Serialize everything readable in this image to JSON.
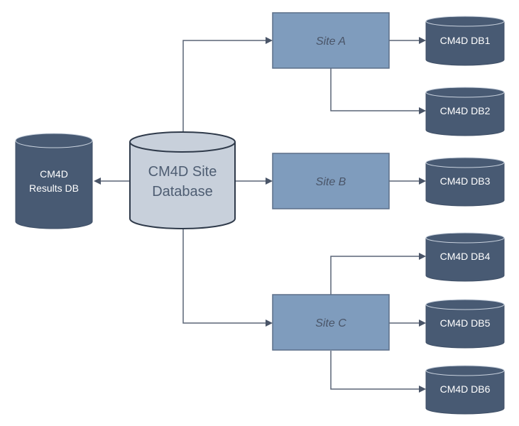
{
  "diagram": {
    "center": {
      "line1": "CM4D Site",
      "line2": "Database"
    },
    "results": {
      "line1": "CM4D",
      "line2": "Results DB"
    },
    "sites": [
      {
        "label": "Site A"
      },
      {
        "label": "Site B"
      },
      {
        "label": "Site C"
      }
    ],
    "dbs": [
      {
        "label": "CM4D DB1"
      },
      {
        "label": "CM4D DB2"
      },
      {
        "label": "CM4D DB3"
      },
      {
        "label": "CM4D DB4"
      },
      {
        "label": "CM4D DB5"
      },
      {
        "label": "CM4D DB6"
      }
    ],
    "colors": {
      "dark_db": "#485a73",
      "site_box": "#7f9cbd",
      "center_db": "#c8d0db",
      "connector": "#5a6577"
    }
  }
}
